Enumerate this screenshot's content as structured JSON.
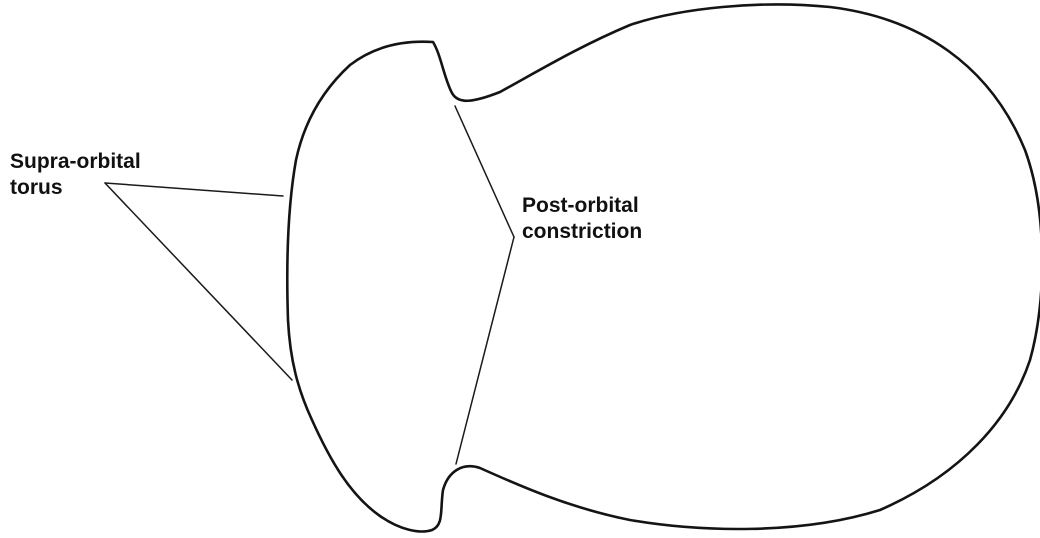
{
  "labels": {
    "supra_orbital": {
      "line1": "Supra-orbital",
      "line2": "torus"
    },
    "post_orbital": {
      "line1": "Post-orbital",
      "line2": "constriction"
    }
  },
  "colors": {
    "background": "#ffffff",
    "ink": "#141414"
  }
}
